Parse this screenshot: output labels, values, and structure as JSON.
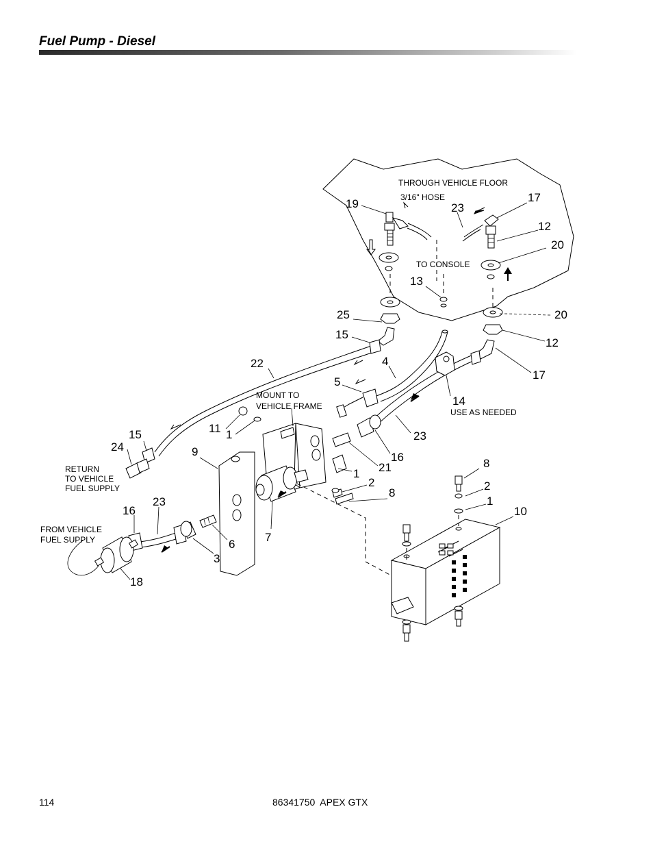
{
  "header": {
    "title": "Fuel Pump - Diesel"
  },
  "diagram": {
    "notes": {
      "through_floor": "THROUGH VEHICLE FLOOR",
      "hose": "3/16\" HOSE",
      "to_console": "TO CONSOLE",
      "mount_1": "MOUNT TO",
      "mount_2": "VEHICLE FRAME",
      "use_as_needed": "USE AS NEEDED",
      "return_1": "RETURN",
      "return_2": "TO VEHICLE",
      "return_3": "FUEL SUPPLY",
      "from_1": "FROM VEHICLE",
      "from_2": "FUEL SUPPLY"
    },
    "callouts": {
      "c19": "19",
      "c23a": "23",
      "c17a": "17",
      "c12a": "12",
      "c20a": "20",
      "c13": "13",
      "c25": "25",
      "c15a": "15",
      "c20b": "20",
      "c12b": "12",
      "c22": "22",
      "c4": "4",
      "c17b": "17",
      "c5": "5",
      "c14": "14",
      "c11": "11",
      "c1a": "1",
      "c23b": "23",
      "c15b": "15",
      "c24": "24",
      "c9": "9",
      "c16a": "16",
      "c21": "21",
      "c1b": "1",
      "c2a": "2",
      "c8a": "8",
      "c8b": "8",
      "c2b": "2",
      "c1c": "1",
      "c10": "10",
      "c16b": "16",
      "c23c": "23",
      "c6": "6",
      "c7": "7",
      "c3": "3",
      "c18": "18"
    }
  },
  "footer": {
    "page_number": "114",
    "document": "86341750  APEX GTX"
  }
}
